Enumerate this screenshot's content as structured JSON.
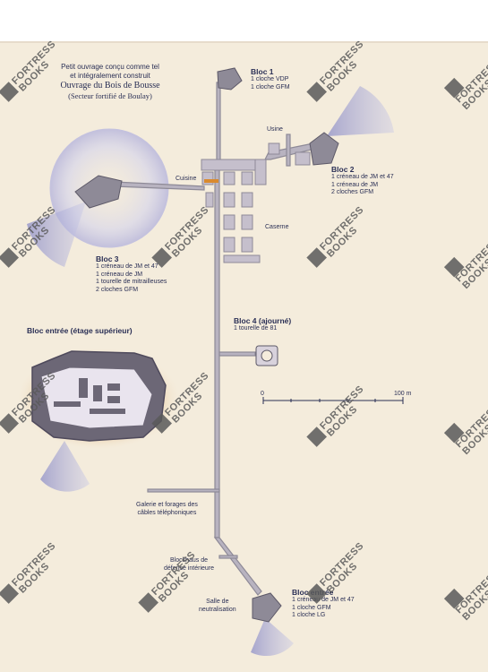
{
  "title": {
    "line1": "Petit ouvrage conçu comme tel",
    "line2": "et intégralement construit",
    "line3": "Ouvrage du Bois de Bousse",
    "line4": "(Secteur fortifié de Boulay)"
  },
  "blocs": {
    "bloc1": {
      "name": "Bloc 1",
      "items": [
        "1 cloche VDP",
        "1 cloche GFM"
      ]
    },
    "bloc2": {
      "name": "Bloc 2",
      "items": [
        "1 créneau de JM et 47",
        "1 créneau de JM",
        "2 cloches GFM"
      ]
    },
    "bloc3": {
      "name": "Bloc 3",
      "items": [
        "1 créneau de JM et 47",
        "1 créneau de JM",
        "1 tourelle de mitrailleuses",
        "2 cloches GFM"
      ]
    },
    "bloc4": {
      "name": "Bloc 4 (ajourné)",
      "items": [
        "1 tourelle de 81"
      ]
    },
    "entree": {
      "name": "Bloc entrée",
      "items": [
        "1 créneau de JM et 47",
        "1 cloche GFM",
        "1 cloche LG"
      ]
    }
  },
  "labels": {
    "usine": "Usine",
    "cuisine": "Cuisine",
    "caserne": "Caserne",
    "galerie": [
      "Galerie et forages des",
      "câbles téléphoniques"
    ],
    "blockhaus": [
      "Blockhaus de",
      "défense intérieure"
    ],
    "salle": [
      "Salle de",
      "neutralisation"
    ]
  },
  "inset_title": "Bloc entrée (étage supérieur)",
  "scale": {
    "start": "0",
    "end": "100 m"
  },
  "watermark": {
    "line1": "FORTRESS",
    "line2": "BOOKS"
  },
  "colors": {
    "page": "#f4ecdc",
    "ink": "#2a2f55",
    "tunnel": "#a9a4b0",
    "block": "#8e8a97",
    "firing_arc": "#9b9ccd",
    "halo": "#c9c8e4",
    "inset_glow": "#d98a2e"
  }
}
